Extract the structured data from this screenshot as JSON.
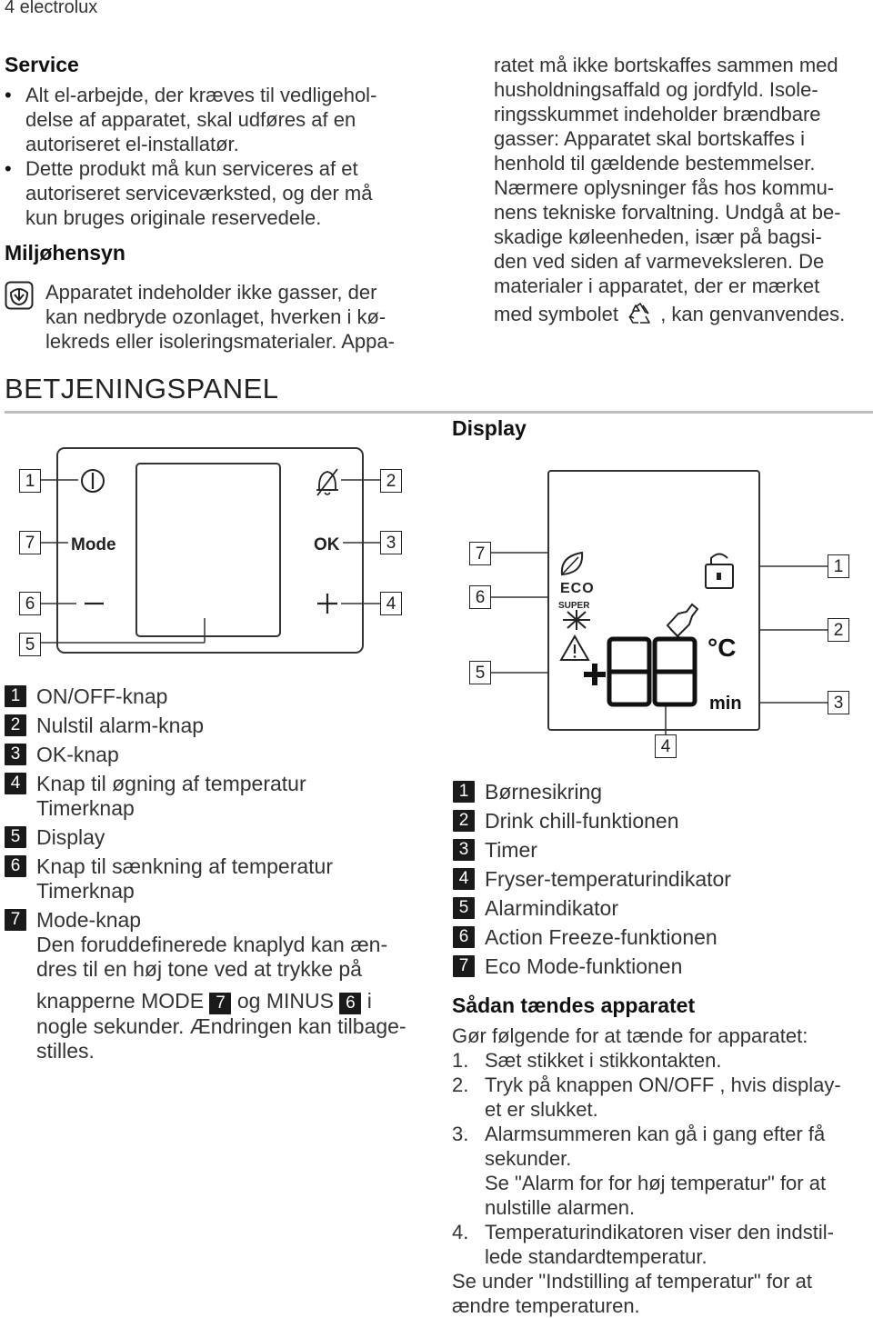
{
  "header": {
    "page_number": "4 electrolux"
  },
  "service": {
    "heading": "Service",
    "bullets": [
      [
        "Alt el-arbejde, der kræves til vedligehol-",
        "delse af apparatet, skal udføres af en",
        "autoriseret el-installatør."
      ],
      [
        "Dette produkt må kun serviceres af et",
        "autoriseret serviceværksted, og der må",
        "kun bruges originale reservedele."
      ]
    ]
  },
  "environment": {
    "heading": "Miljøhensyn",
    "lines_left": [
      "Apparatet indeholder ikke gasser, der",
      "kan nedbryde ozonlaget, hverken i kø-",
      "lekreds eller isoleringsmaterialer. Appa-"
    ],
    "lines_right": [
      "ratet må ikke bortskaffes sammen med",
      "husholdningsaffald og jordfyld. Isole-",
      "ringsskummet indeholder brændbare",
      "gasser: Apparatet skal bortskaffes i",
      "henhold til gældende bestemmelser.",
      "Nærmere oplysninger fås hos kommu-",
      "nens tekniske forvaltning. Undgå at be-",
      "skadige køleenheden, især på bagsi-",
      "den ved siden af varmeveksleren. De",
      "materialer i apparatet, der er mærket"
    ],
    "last_line_before": "med symbolet",
    "last_line_after": ", kan genvanvendes.",
    "icons": [
      "environment-icon",
      "recycle-icon"
    ]
  },
  "control_panel": {
    "title": "BETJENINGSPANEL",
    "button_labels": {
      "mode": "Mode",
      "ok": "OK"
    },
    "callouts": [
      "1",
      "2",
      "7",
      "3",
      "6",
      "4",
      "5"
    ],
    "legend": [
      {
        "num": "1",
        "lines": [
          "ON/OFF-knap"
        ]
      },
      {
        "num": "2",
        "lines": [
          "Nulstil alarm-knap"
        ]
      },
      {
        "num": "3",
        "lines": [
          "OK-knap"
        ]
      },
      {
        "num": "4",
        "lines": [
          "Knap til øgning af temperatur",
          "Timerknap"
        ]
      },
      {
        "num": "5",
        "lines": [
          "Display"
        ]
      },
      {
        "num": "6",
        "lines": [
          "Knap til sænkning af temperatur",
          "Timerknap"
        ]
      },
      {
        "num": "7",
        "lines": [
          "Mode-knap",
          "Den foruddefinerede knaplyd kan æn-",
          "dres til en høj tone ved at trykke på"
        ]
      }
    ],
    "mode_note": {
      "prefix": "knapperne MODE",
      "badge_a": "7",
      "middle": "og MINUS",
      "badge_b": "6",
      "suffix": "i",
      "tail_lines": [
        "nogle sekunder. Ændringen kan tilbage-",
        "stilles."
      ]
    }
  },
  "display": {
    "heading": "Display",
    "labels": {
      "eco": "ECO",
      "super": "SUPER",
      "celsius": "°C",
      "min": "min"
    },
    "callouts": [
      "7",
      "6",
      "5",
      "1",
      "2",
      "3",
      "4"
    ],
    "legend": [
      {
        "num": "1",
        "text": "Børnesikring"
      },
      {
        "num": "2",
        "text": "Drink chill-funktionen"
      },
      {
        "num": "3",
        "text": "Timer"
      },
      {
        "num": "4",
        "text": "Fryser-temperaturindikator"
      },
      {
        "num": "5",
        "text": "Alarmindikator"
      },
      {
        "num": "6",
        "text": "Action Freeze-funktionen"
      },
      {
        "num": "7",
        "text": "Eco Mode-funktionen"
      }
    ]
  },
  "power_on": {
    "heading": "Sådan tændes apparatet",
    "intro": "Gør følgende for at tænde for apparatet:",
    "steps": [
      {
        "num": "1.",
        "lines": [
          "Sæt stikket i stikkontakten."
        ]
      },
      {
        "num": "2.",
        "lines": [
          "Tryk på knappen ON/OFF , hvis display-",
          "et er slukket."
        ]
      },
      {
        "num": "3.",
        "lines": [
          "Alarmsummeren kan gå i gang efter få",
          "sekunder.",
          "Se \"Alarm for for høj temperatur\" for at",
          "nulstille alarmen."
        ]
      },
      {
        "num": "4.",
        "lines": [
          "Temperaturindikatoren viser den indstil-",
          "lede standardtemperatur."
        ]
      }
    ],
    "outro": [
      "Se under \"Indstilling af temperatur\" for at",
      "ændre temperaturen."
    ]
  }
}
